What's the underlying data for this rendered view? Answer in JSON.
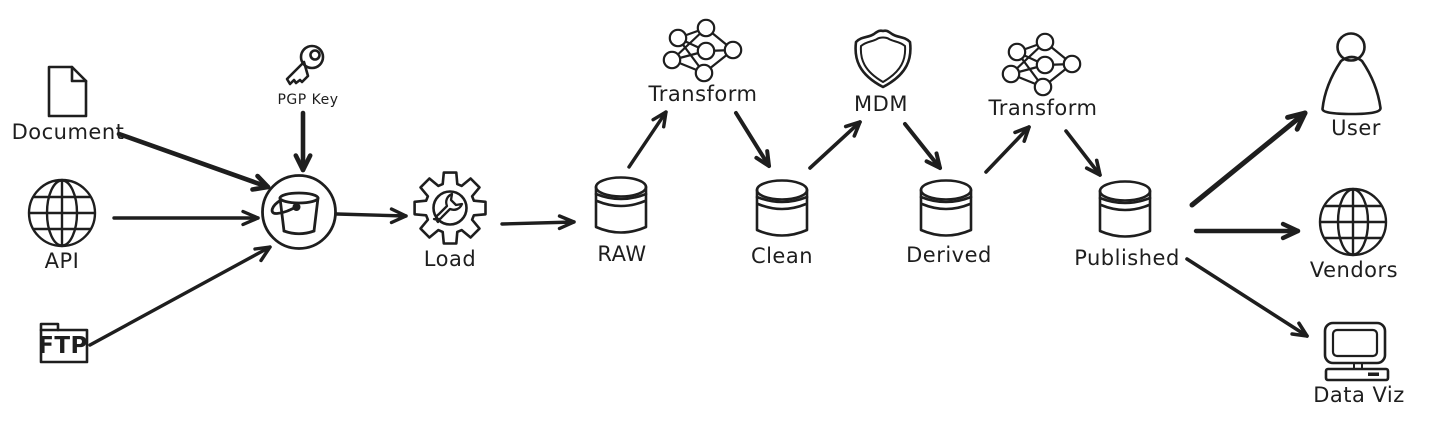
{
  "diagram": {
    "colors": {
      "background": "#ffffff",
      "stroke": "#1e1e1e"
    },
    "nodes": {
      "document": {
        "label": "Document",
        "icon": "document-icon"
      },
      "api": {
        "label": "API",
        "icon": "globe-icon"
      },
      "ftp": {
        "label": "FTP",
        "icon": "folder-icon"
      },
      "pgp_key": {
        "label": "PGP Key",
        "icon": "key-icon"
      },
      "ingest_bucket": {
        "label": "",
        "icon": "bucket-icon"
      },
      "load": {
        "label": "Load",
        "icon": "gear-wrench-icon"
      },
      "raw": {
        "label": "RAW",
        "icon": "database-icon"
      },
      "transform_1": {
        "label": "Transform",
        "icon": "neural-network-icon"
      },
      "clean": {
        "label": "Clean",
        "icon": "database-icon"
      },
      "mdm": {
        "label": "MDM",
        "icon": "shield-icon"
      },
      "derived": {
        "label": "Derived",
        "icon": "database-icon"
      },
      "transform_2": {
        "label": "Transform",
        "icon": "neural-network-icon"
      },
      "published": {
        "label": "Published",
        "icon": "database-icon"
      },
      "user": {
        "label": "User",
        "icon": "person-icon"
      },
      "vendors": {
        "label": "Vendors",
        "icon": "globe-icon"
      },
      "data_viz": {
        "label": "Data Viz",
        "icon": "monitor-icon"
      }
    },
    "edges": [
      {
        "from": "document",
        "to": "ingest_bucket"
      },
      {
        "from": "api",
        "to": "ingest_bucket"
      },
      {
        "from": "ftp",
        "to": "ingest_bucket"
      },
      {
        "from": "pgp_key",
        "to": "ingest_bucket"
      },
      {
        "from": "ingest_bucket",
        "to": "load"
      },
      {
        "from": "load",
        "to": "raw"
      },
      {
        "from": "raw",
        "to": "transform_1"
      },
      {
        "from": "transform_1",
        "to": "clean"
      },
      {
        "from": "clean",
        "to": "mdm"
      },
      {
        "from": "mdm",
        "to": "derived"
      },
      {
        "from": "derived",
        "to": "transform_2"
      },
      {
        "from": "transform_2",
        "to": "published"
      },
      {
        "from": "published",
        "to": "user"
      },
      {
        "from": "published",
        "to": "vendors"
      },
      {
        "from": "published",
        "to": "data_viz"
      }
    ]
  }
}
